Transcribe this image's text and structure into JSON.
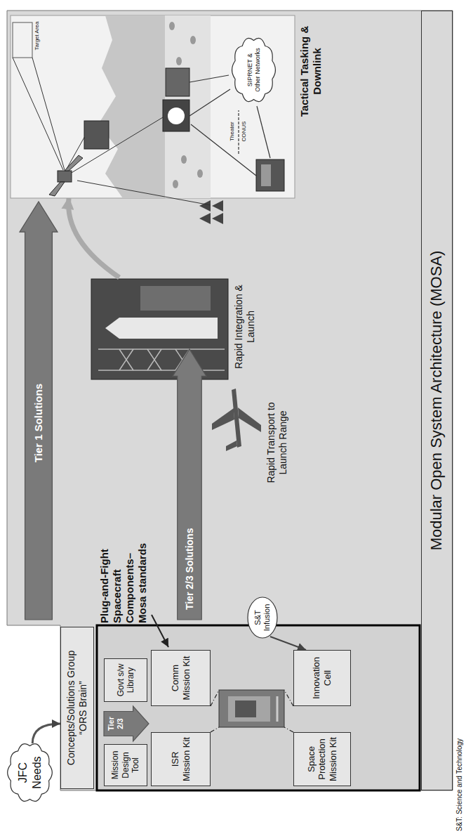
{
  "diagram": {
    "nodes": [
      {
        "text": [
          "JFC Needs"
        ]
      },
      {
        "text": [
          "Concepts/Solutions Group",
          "“ORS Brain”"
        ]
      },
      {
        "text": [
          "Mission Design Tool"
        ]
      },
      {
        "text": [
          "ISR Mission Kit"
        ]
      },
      {
        "text": [
          "Tier 2/3"
        ]
      },
      {
        "text": [
          "Govt s/w Library"
        ]
      },
      {
        "text": [
          "Comm Mission Kit"
        ]
      },
      {
        "text": [
          "Space Protection Mission Kit"
        ]
      },
      {
        "text": [
          "Innovation Cell"
        ]
      },
      {
        "text": [
          "S&T Infusion"
        ]
      },
      {
        "text": [
          "Tier 1 Solutions"
        ]
      },
      {
        "text": [
          "Tier 2/3 Solutions"
        ]
      },
      {
        "text": [
          "SIPRNET & Other Networks"
        ]
      },
      {
        "text": [
          "Modular Open System Architecture (MOSA)"
        ]
      }
    ],
    "edges": [
      {
        "from": 0,
        "to": 1,
        "arrow": "to"
      },
      {
        "from": 9,
        "to": 8,
        "arrow": "to"
      }
    ],
    "labels": [
      "Plug-and-Fight Spacecraft Components– Mosa standards",
      "Rapid Transport to Launch Range",
      "Rapid Integration & Launch",
      "Tactical Tasking & Downlink",
      "Target Area",
      "Theater",
      "CONUS",
      "S&T: Science and Technology"
    ]
  }
}
